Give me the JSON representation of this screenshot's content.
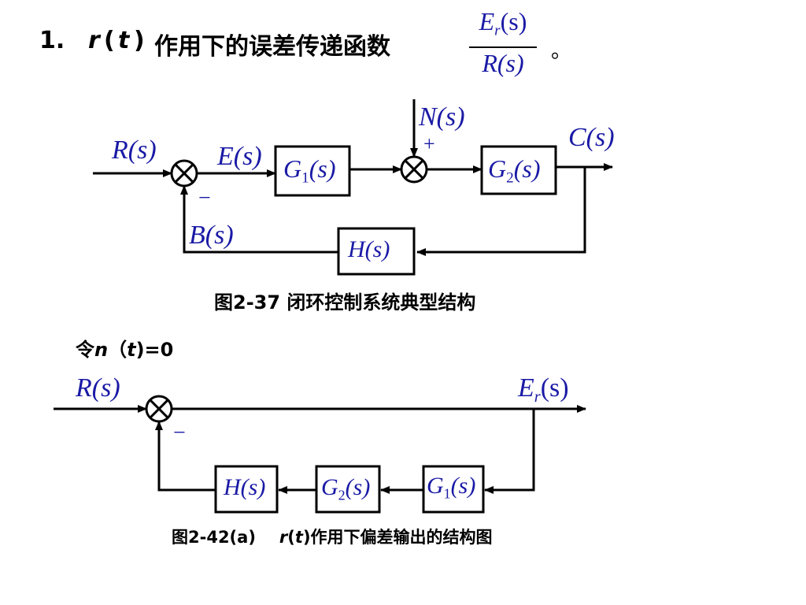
{
  "heading": {
    "number": "1.",
    "var_r": "r",
    "open": "(",
    "var_t": "t",
    "close": ")",
    "text": "作用下的误差传递函数",
    "frac_num": "E",
    "frac_num_sub": "r",
    "frac_num_arg": "(s)",
    "frac_den": "R(s)",
    "end_mark": "。"
  },
  "diagram1": {
    "input_label": "R(s)",
    "error_label": "E(s)",
    "g1_label": "G",
    "g1_sub": "1",
    "g1_arg": "(s)",
    "disturbance_label": "N(s)",
    "plus_sign": "+",
    "g2_label": "G",
    "g2_sub": "2",
    "g2_arg": "(s)",
    "output_label": "C(s)",
    "minus_sign": "−",
    "feedback_label": "B(s)",
    "h_label": "H(s)",
    "caption": "图2-37 闭环控制系统典型结构"
  },
  "condition": {
    "prefix": "令",
    "var_n": "n",
    "paren_open": "（",
    "var_t": "t",
    "suffix": ")=0"
  },
  "diagram2": {
    "input_label": "R(s)",
    "output_label": "E",
    "output_sub": "r",
    "output_arg": "(s)",
    "minus_sign": "−",
    "h_label": "H(s)",
    "g2_label": "G",
    "g2_sub": "2",
    "g2_arg": "(s)",
    "g1_label": "G",
    "g1_sub": "1",
    "g1_arg": "(s)",
    "caption_prefix": "图2-42(a)",
    "caption_var_r": "r",
    "caption_open": "(",
    "caption_var_t": "t",
    "caption_close": ")",
    "caption_text": "作用下偏差输出的结构图"
  },
  "colors": {
    "math_label": "#1a1aa6",
    "line": "#000000"
  }
}
